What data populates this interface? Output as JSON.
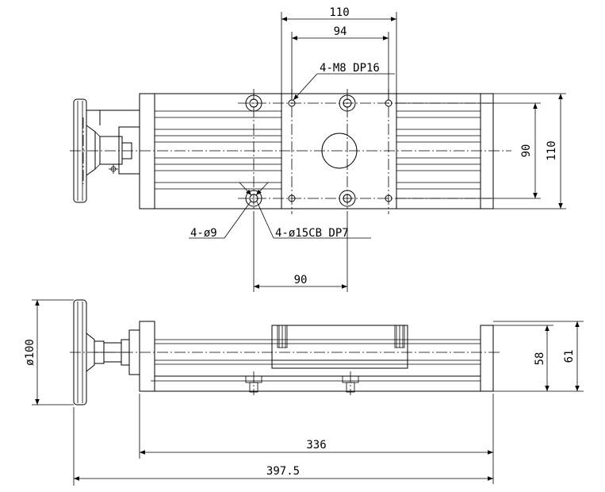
{
  "top_view": {
    "dims": {
      "plate_width": "110",
      "hole_spacing_x": "94",
      "tapped_holes": "4-M8 DP16",
      "hole_spacing_y": "90",
      "body_height": "110",
      "thru_holes": "4-ø9",
      "counterbore": "4-ø15CB DP7",
      "mount_spacing": "90"
    }
  },
  "side_view": {
    "dims": {
      "handwheel_dia": "ø100",
      "carriage_height": "58",
      "total_height": "61",
      "body_length": "336",
      "overall_length": "397.5"
    }
  }
}
